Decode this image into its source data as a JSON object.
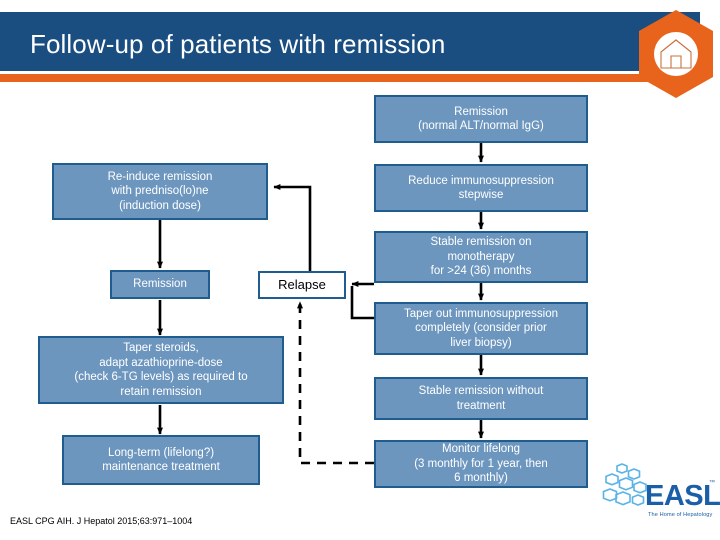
{
  "slide": {
    "title": "Follow-up of patients with remission",
    "citation": "EASL CPG AIH. J Hepatol 2015;63:971–1004",
    "colors": {
      "banner_blue": "#1a4d80",
      "accent_orange": "#e8641c",
      "node_fill": "#6d96bf",
      "node_border": "#1f5c8f",
      "logo_blue": "#1a5fa8"
    }
  },
  "logos": {
    "hex_logo_name": "liver-house-hexagon-logo",
    "easl_name": "easl-logo",
    "easl_wordmark": "EASL",
    "easl_tagline": "The Home of Hepatology",
    "easl_trademark": "™"
  },
  "flowchart": {
    "type": "flowchart",
    "nodes": [
      {
        "id": "remission_top",
        "label": "Remission\n(normal ALT/normal IgG)"
      },
      {
        "id": "reduce_is",
        "label": "Reduce immunosuppression\nstepwise"
      },
      {
        "id": "stable_mono",
        "label": "Stable remission on\nmonotherapy\nfor >24 (36) months"
      },
      {
        "id": "taper_out",
        "label": "Taper out immunosuppression\ncompletely (consider prior\nliver biopsy)"
      },
      {
        "id": "stable_no_tx",
        "label": "Stable remission without\ntreatment"
      },
      {
        "id": "monitor",
        "label": "Monitor lifelong\n(3 monthly for 1 year, then\n6 monthly)"
      },
      {
        "id": "reinduce",
        "label": "Re-induce remission\nwith predniso(lo)ne\n(induction dose)"
      },
      {
        "id": "remission_left",
        "label": "Remission"
      },
      {
        "id": "taper_steroids",
        "label": "Taper steroids,\nadapt azathioprine-dose\n(check 6-TG levels) as required to\nretain remission"
      },
      {
        "id": "long_term",
        "label": "Long-term (lifelong?)\nmaintenance treatment"
      },
      {
        "id": "relapse",
        "label": "Relapse"
      }
    ],
    "edges": [
      {
        "from": "remission_top",
        "to": "reduce_is",
        "style": "solid"
      },
      {
        "from": "reduce_is",
        "to": "stable_mono",
        "style": "solid"
      },
      {
        "from": "stable_mono",
        "to": "taper_out",
        "style": "solid"
      },
      {
        "from": "taper_out",
        "to": "stable_no_tx",
        "style": "solid"
      },
      {
        "from": "stable_no_tx",
        "to": "monitor",
        "style": "solid"
      },
      {
        "from": "stable_mono",
        "to": "relapse",
        "style": "solid"
      },
      {
        "from": "taper_out",
        "to": "relapse",
        "style": "solid"
      },
      {
        "from": "monitor",
        "to": "relapse",
        "style": "dashed"
      },
      {
        "from": "relapse",
        "to": "reinduce",
        "style": "solid"
      },
      {
        "from": "reinduce",
        "to": "remission_left",
        "style": "solid"
      },
      {
        "from": "remission_left",
        "to": "taper_steroids",
        "style": "solid"
      },
      {
        "from": "taper_steroids",
        "to": "long_term",
        "style": "solid"
      }
    ]
  }
}
